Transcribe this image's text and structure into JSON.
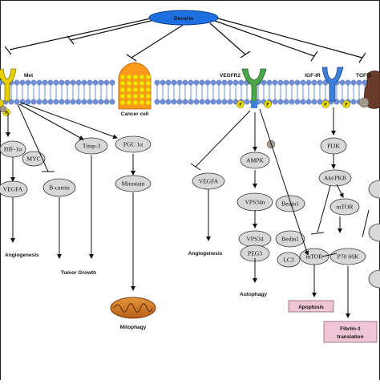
{
  "center": {
    "label": "Decorin",
    "color": "#1e6fe0"
  },
  "receptors": {
    "met": "Met",
    "vegfr2": "VEGFR2",
    "igf": "IGF-IR",
    "tgf": "TGF-β",
    "phospho": "P"
  },
  "cell": {
    "label": "Cancer cell"
  },
  "met_pathway": {
    "hif": "HIF-1α",
    "vegfa": "VEGFA",
    "angiogenesis": "Angiogenesis",
    "myc": "MYC",
    "bcatein": "B-catein",
    "timp": "Timp-3",
    "tumor_growth": "Tumor Growth",
    "pgc": "PGC 1α",
    "mitostain": "Mitostain",
    "mitophagy": "Mitophagy"
  },
  "vegfr2_pathway": {
    "vegfa": "VEGFA",
    "angiogenesis": "Angiogenesis",
    "ampk": "AMPK",
    "vps34n": "VPS34n",
    "bedin1a": "Bedin1",
    "vps34": "VPS34",
    "bedin1b": "Bedin1",
    "peg3": "PEG3",
    "lc3": "LC3",
    "autophagy": "Autophagy"
  },
  "igf_pathway": {
    "pi3k": "PI3K",
    "akt": "Akt/PKB",
    "mtor_a": "mTOR",
    "mtor_b": "mTOR",
    "p70": "P70 S6K",
    "apoptosis": "Apoptosis",
    "fibrin_1": "Fibrlin-1",
    "fibrin_2": "translation"
  },
  "colors": {
    "node_fill": "#d8d8d8",
    "membrane": "#6f8fd6",
    "head_fill": "#f2e200",
    "met_yellow": "#e8cf00",
    "vegfr_green": "#48a84a",
    "igf_blue": "#3e7fd8",
    "box_pink": "#f0c6d6"
  }
}
